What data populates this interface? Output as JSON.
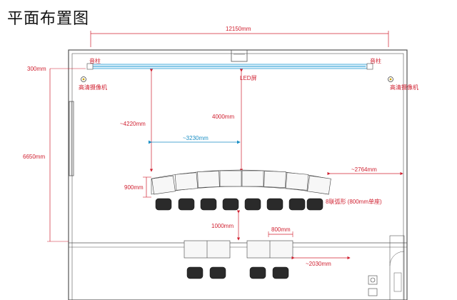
{
  "title": "平面布置图",
  "labels": {
    "width_total": "12150mm",
    "speaker_left": "音柱",
    "speaker_right": "音柱",
    "offset_top": "300mm",
    "camera_left": "高清摄像机",
    "camera_right": "高清摄像机",
    "led_screen": "LED屏",
    "depth_left": "~4220mm",
    "depth_center": "4000mm",
    "half_width": "~3230mm",
    "room_depth": "6650mm",
    "side_gap": "~2764mm",
    "desk_depth": "900mm",
    "arc_desc": "8联弧形 (800mm单座)",
    "row_gap": "1000mm",
    "seat_width": "800mm",
    "rear_gap": "~2030mm"
  },
  "colors": {
    "dimension": "#d02030",
    "led_bar": "#2a9fd6",
    "wall": "#555555"
  }
}
